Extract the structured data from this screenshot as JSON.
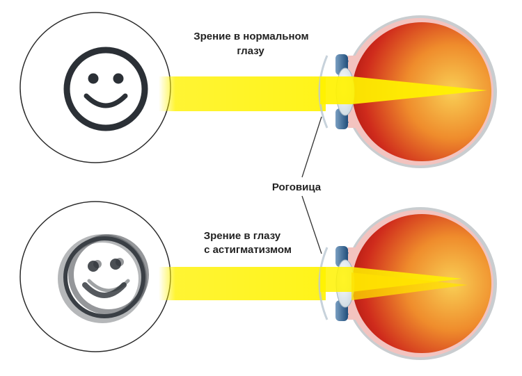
{
  "labels": {
    "normal_vision": [
      "Зрение в нормальном",
      "глазу"
    ],
    "cornea": "Роговица",
    "astigmatism_vision": [
      "Зрение в глазу",
      "с астигматизмом"
    ]
  },
  "icons": {
    "normal": "smiley-face-icon",
    "blurred": "blurred-smiley-face-icon",
    "eye": "eyeball-cross-section-icon"
  },
  "colors": {
    "text": "#222222",
    "beam": "#fff200",
    "eye_red": "#c8211b",
    "eye_orange": "#ef8a2a",
    "eye_yellow": "#f9c84f",
    "sclera_pink": "#f3c3bf",
    "sclera_gray": "#c9cdd0",
    "iris_blue": "#2f5d8a"
  }
}
